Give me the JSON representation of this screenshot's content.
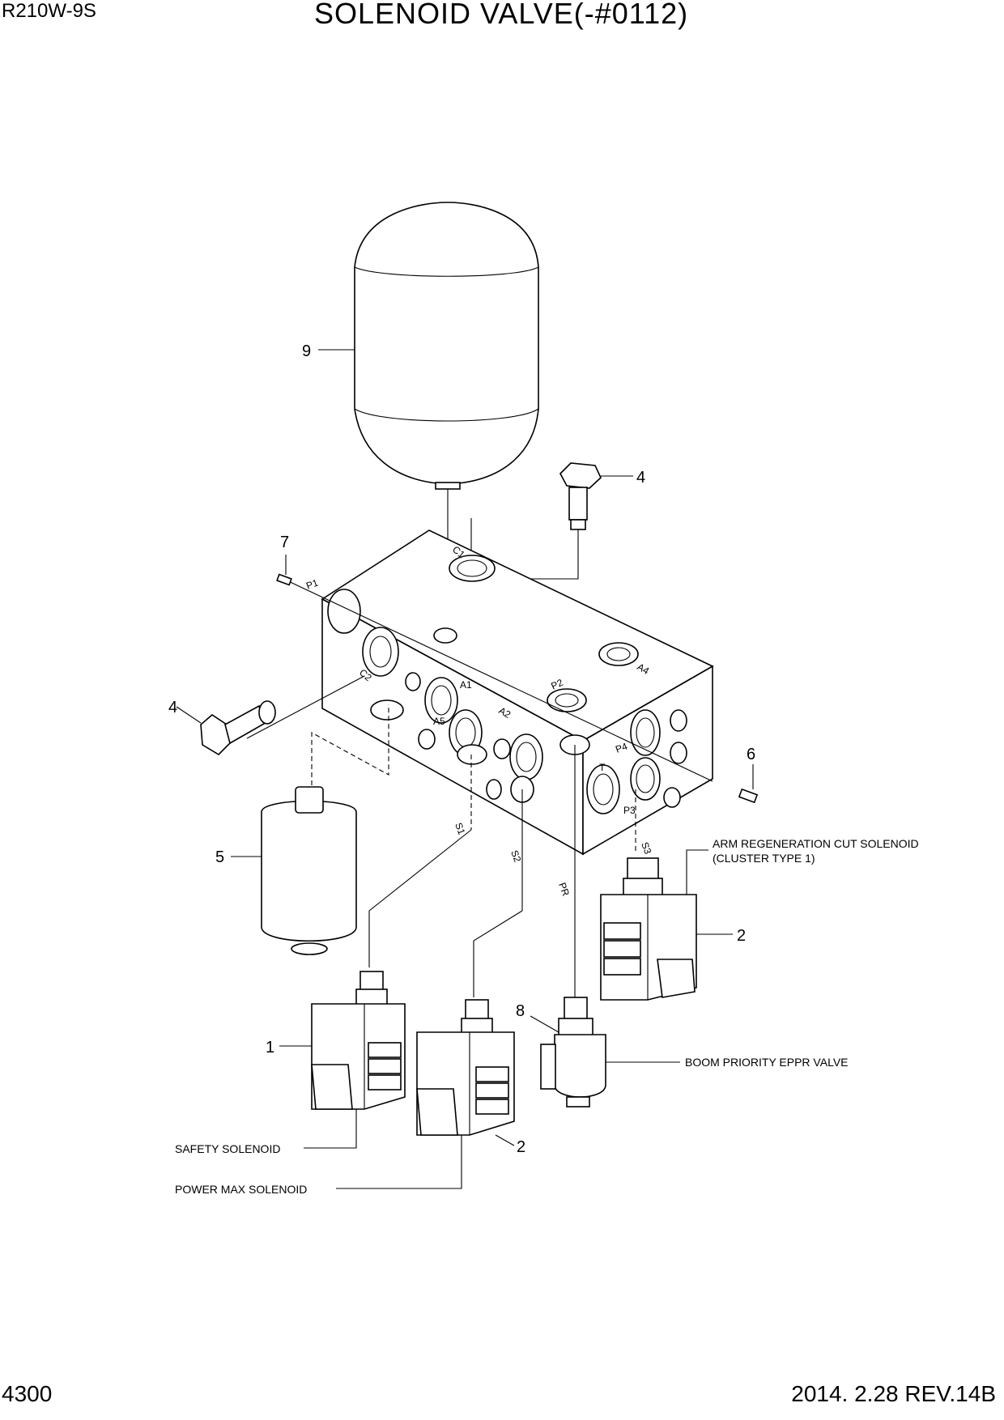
{
  "header": {
    "model": "R210W-9S",
    "title": "SOLENOID VALVE(-#0112)"
  },
  "footer": {
    "page_number": "4300",
    "revision": "2014. 2.28  REV.14B"
  },
  "callouts": {
    "c1": "1",
    "c2a": "2",
    "c2b": "2",
    "c4a": "4",
    "c4b": "4",
    "c5": "5",
    "c6": "6",
    "c7": "7",
    "c8": "8",
    "c9": "9"
  },
  "part_labels": {
    "arm_regen_1": "ARM REGENERATION CUT SOLENOID",
    "arm_regen_2": "(CLUSTER TYPE 1)",
    "boom_priority": "BOOM PRIORITY EPPR VALVE",
    "safety": "SAFETY SOLENOID",
    "power_max": "POWER MAX SOLENOID"
  },
  "port_labels": {
    "p1": "P1",
    "c1": "C1",
    "c2": "C2",
    "a1": "A1",
    "a5": "A5",
    "a2": "A2",
    "p2": "P2",
    "a4": "A4",
    "p4": "P4",
    "t": "T",
    "p3": "P3",
    "s1": "S1",
    "s2": "S2",
    "s3": "S3",
    "pr": "PR"
  }
}
